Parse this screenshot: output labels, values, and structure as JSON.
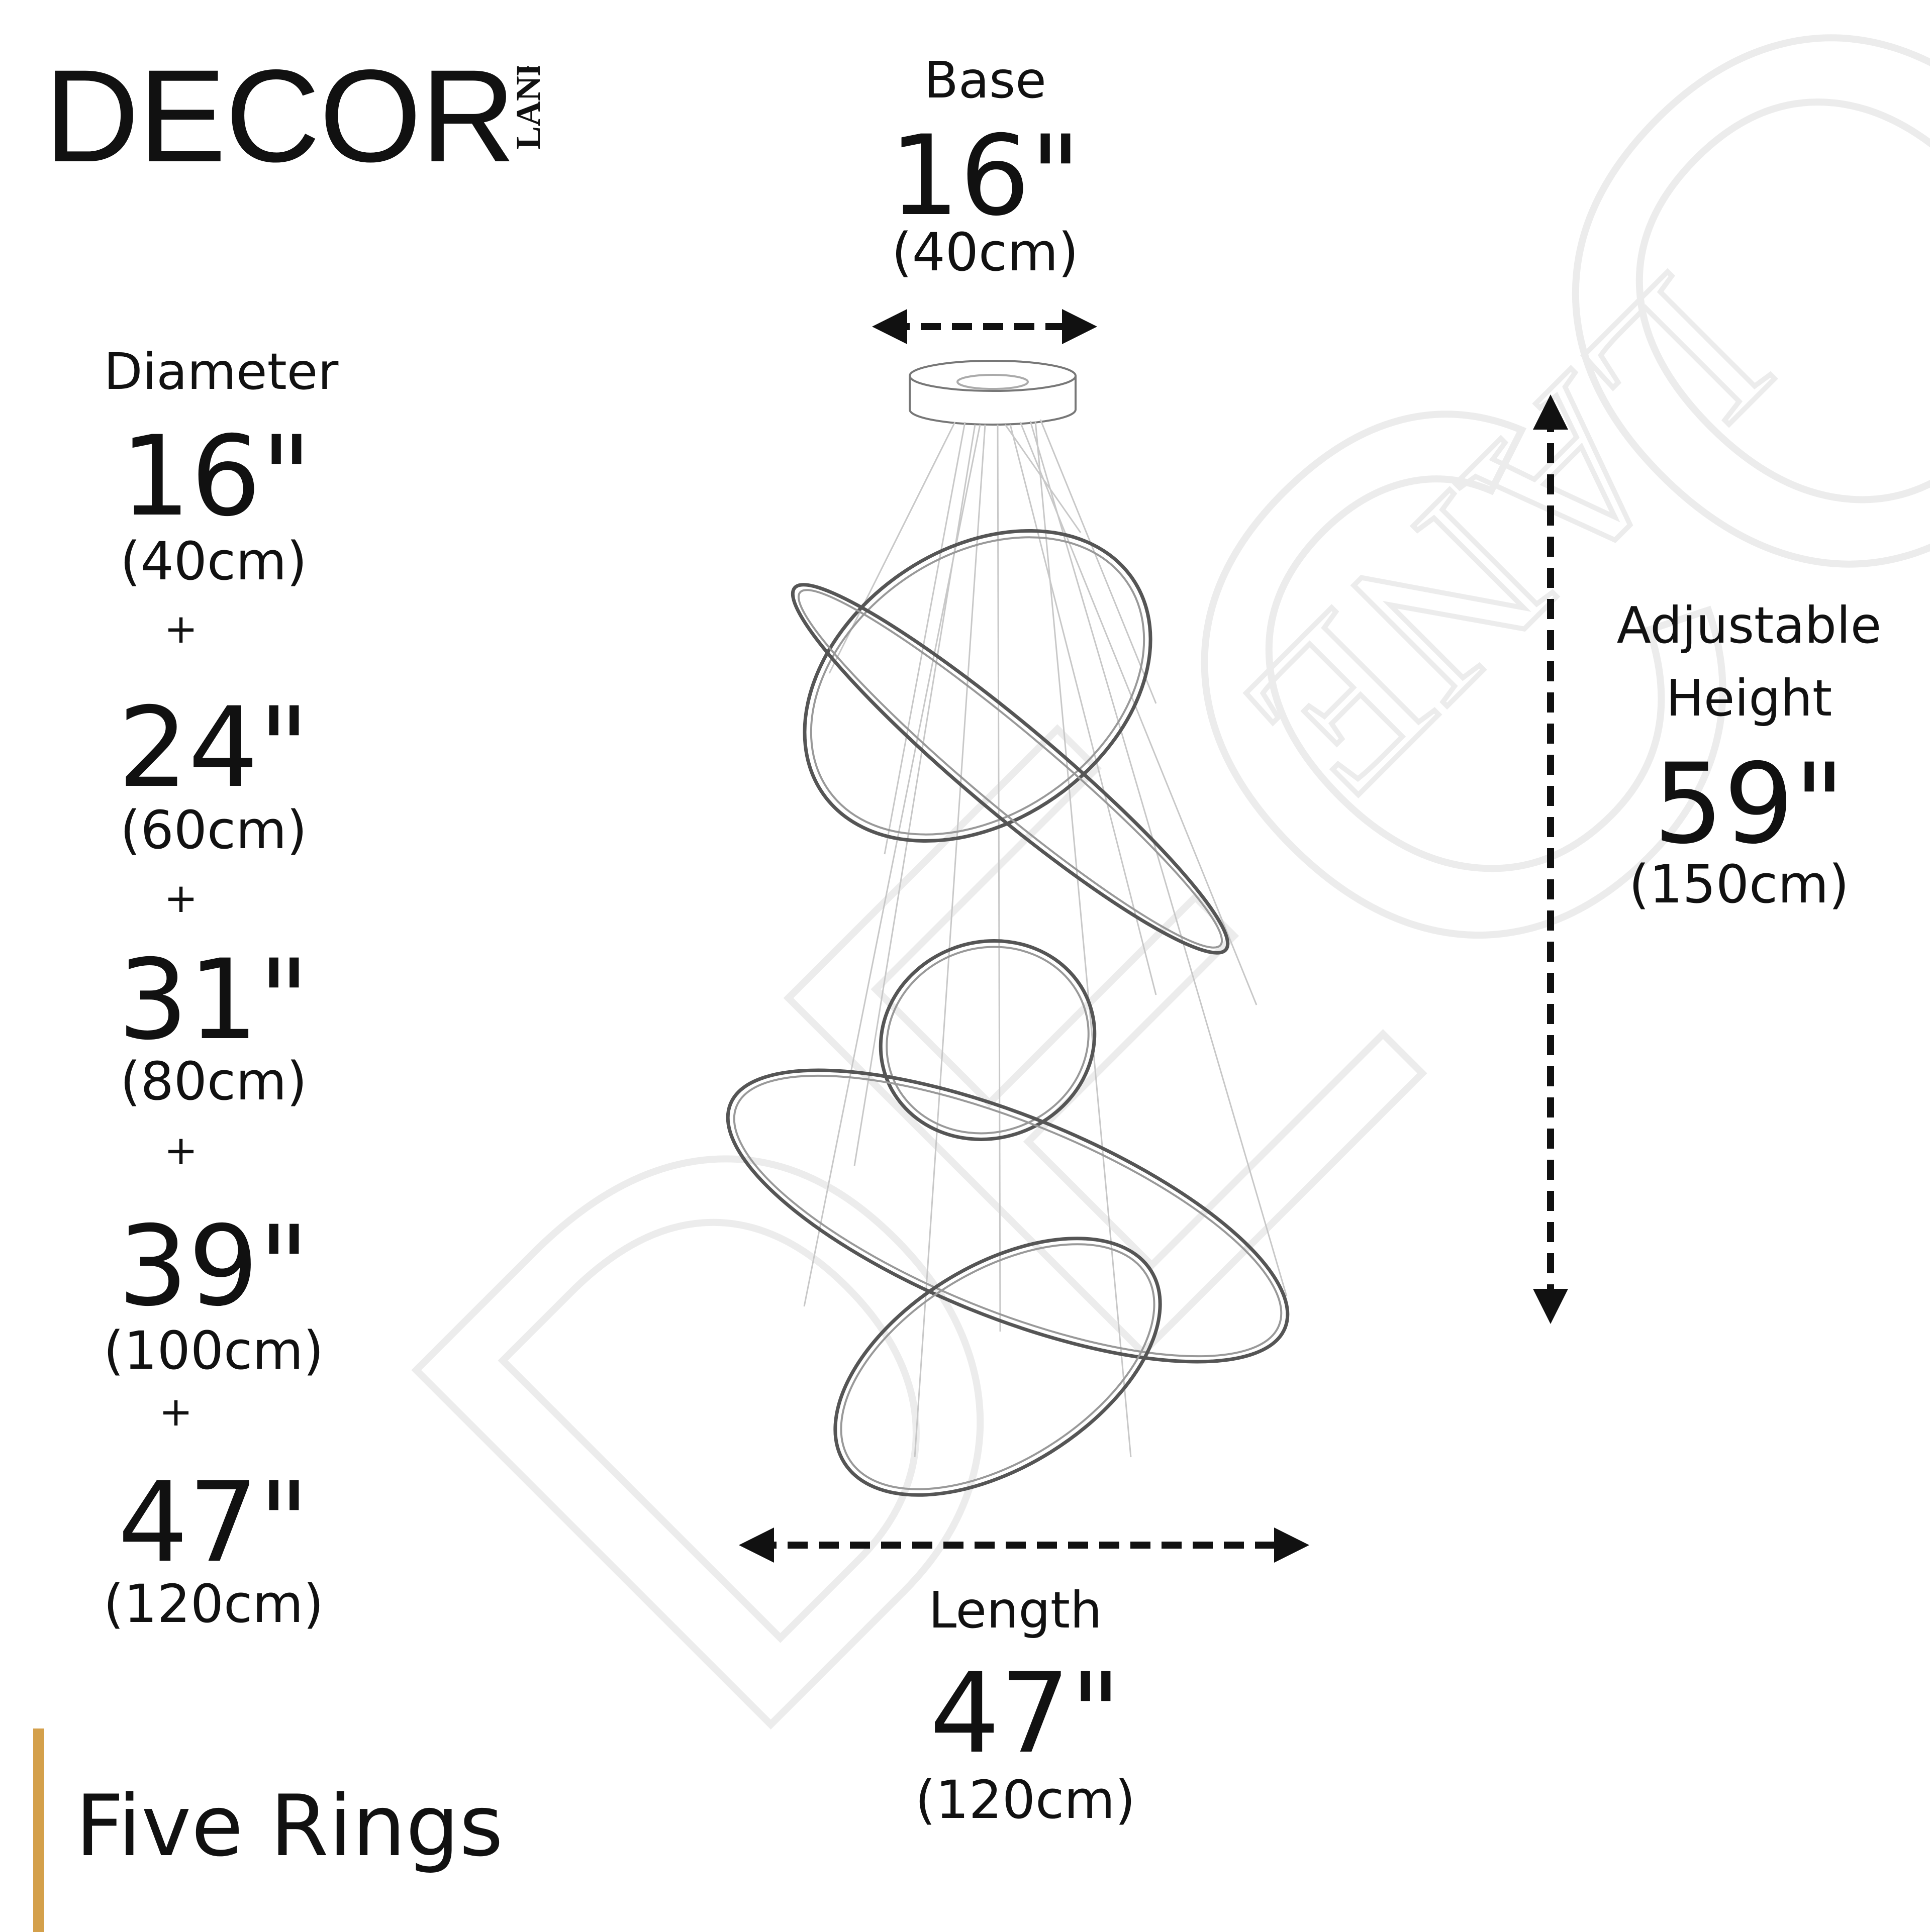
{
  "logo": {
    "main": "DECOR",
    "sub": "LANE"
  },
  "watermark": {
    "main": "DECOR",
    "sub": "LANE"
  },
  "base": {
    "label": "Base",
    "value": "16\"",
    "metric": "(40cm)"
  },
  "diameter": {
    "label": "Diameter",
    "items": [
      {
        "value": "16\"",
        "metric": "(40cm)"
      },
      {
        "value": "24\"",
        "metric": "(60cm)"
      },
      {
        "value": "31\"",
        "metric": "(80cm)"
      },
      {
        "value": "39\"",
        "metric": "(100cm)"
      },
      {
        "value": "47\"",
        "metric": "(120cm)"
      }
    ],
    "separator": "+"
  },
  "height": {
    "label_line1": "Adjustable",
    "label_line2": "Height",
    "value": "59\"",
    "metric": "(150cm)"
  },
  "length": {
    "label": "Length",
    "value": "47\"",
    "metric": "(120cm)"
  },
  "product": {
    "title": "Five Rings",
    "accent_color": "#d4a04b"
  },
  "colors": {
    "text": "#111111",
    "watermark": "#ececec",
    "ring_line": "#555555"
  }
}
